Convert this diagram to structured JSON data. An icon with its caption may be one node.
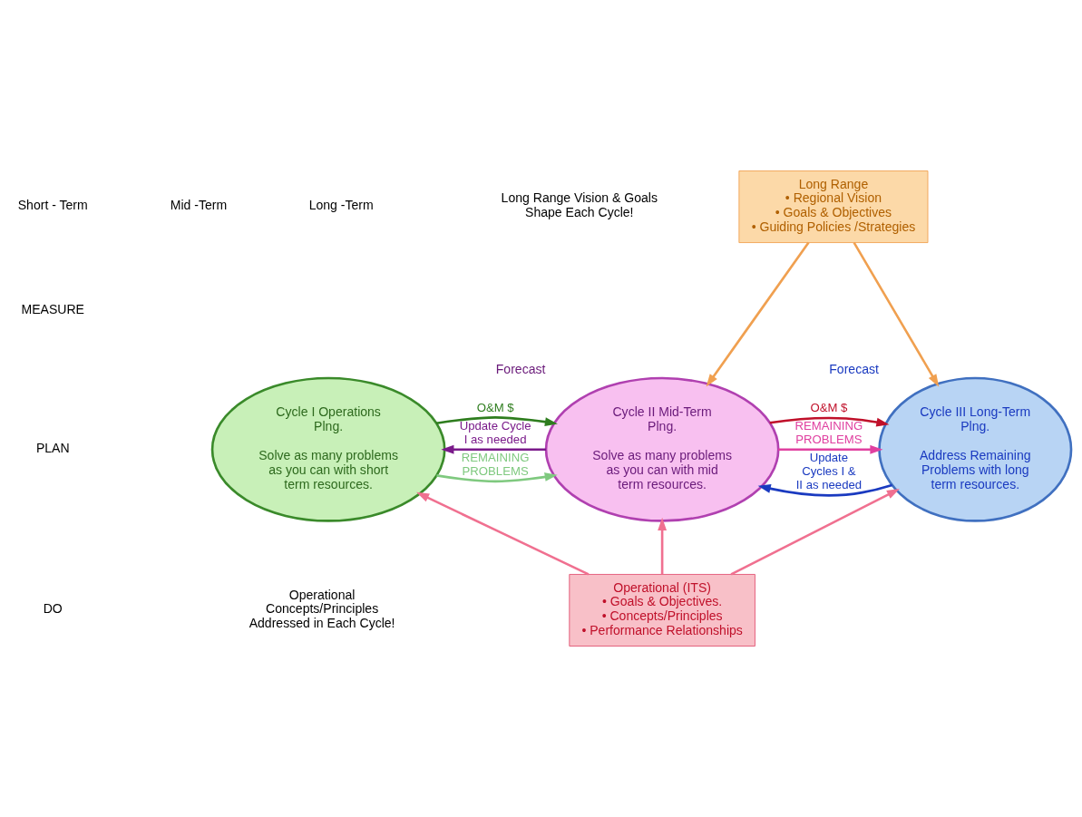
{
  "diagram": {
    "nodes": [
      {
        "text": [
          "Long Range",
          "• Regional Vision",
          "• Goals & Objectives",
          "• Guiding Policies /Strategies"
        ]
      },
      {
        "text": [
          "Cycle I Operations Plng.",
          "Solve as many problems as you can with short term resources."
        ]
      },
      {
        "text": [
          "Cycle II Mid-Term Plng.",
          "Solve as many problems as you can with mid term resources."
        ],
        "beside": [
          "Forecast"
        ]
      },
      {
        "text": [
          "Cycle III Long-Term Plng.",
          "Address Remaining Problems with long term resources."
        ],
        "beside": [
          "Forecast"
        ]
      },
      {
        "text": [
          "Operational (ITS)",
          "• Goals & Objectives.",
          "• Concepts/Principles",
          "• Performance Relationships"
        ]
      }
    ],
    "edges": [
      {
        "from": 1,
        "to": 2,
        "arrow": "to",
        "label": "REMAINING PROBLEMS",
        "color": "#7fc97f"
      },
      {
        "from": 2,
        "to": 3,
        "arrow": "to",
        "label": "REMAINING PROBLEMS",
        "color": "#e040a0"
      },
      {
        "from": 1,
        "to": 2,
        "arrow": "to",
        "label": "O&M $",
        "color": "#2e7d1e"
      },
      {
        "from": 2,
        "to": 3,
        "arrow": "to",
        "label": "O&M $",
        "color": "#c0102a"
      },
      {
        "from": 2,
        "to": 1,
        "arrow": "to",
        "label": "Update Cycle I as needed",
        "color": "#7a1a8a"
      },
      {
        "from": 3,
        "to": 2,
        "arrow": "to",
        "label": "Update Cycles I & II as needed",
        "color": "#1a3ac0"
      },
      {
        "from": 0,
        "to": 2,
        "arrow": "to",
        "color": "#f0a050"
      },
      {
        "from": 0,
        "to": 3,
        "arrow": "to",
        "color": "#f0a050"
      },
      {
        "from": 4,
        "to": 1,
        "arrow": "to",
        "color": "#f07090"
      },
      {
        "from": 4,
        "to": 2,
        "arrow": "to",
        "color": "#f07090"
      },
      {
        "from": 4,
        "to": 3,
        "arrow": "to",
        "color": "#f07090"
      }
    ],
    "labels": [
      "Short - Term",
      "Mid -Term",
      "Long -Term",
      "Long Range Vision & Goals Shape Each Cycle!",
      "MEASURE",
      "PLAN",
      "DO",
      "Operational Concepts/Principles Addressed in Each Cycle!"
    ]
  }
}
